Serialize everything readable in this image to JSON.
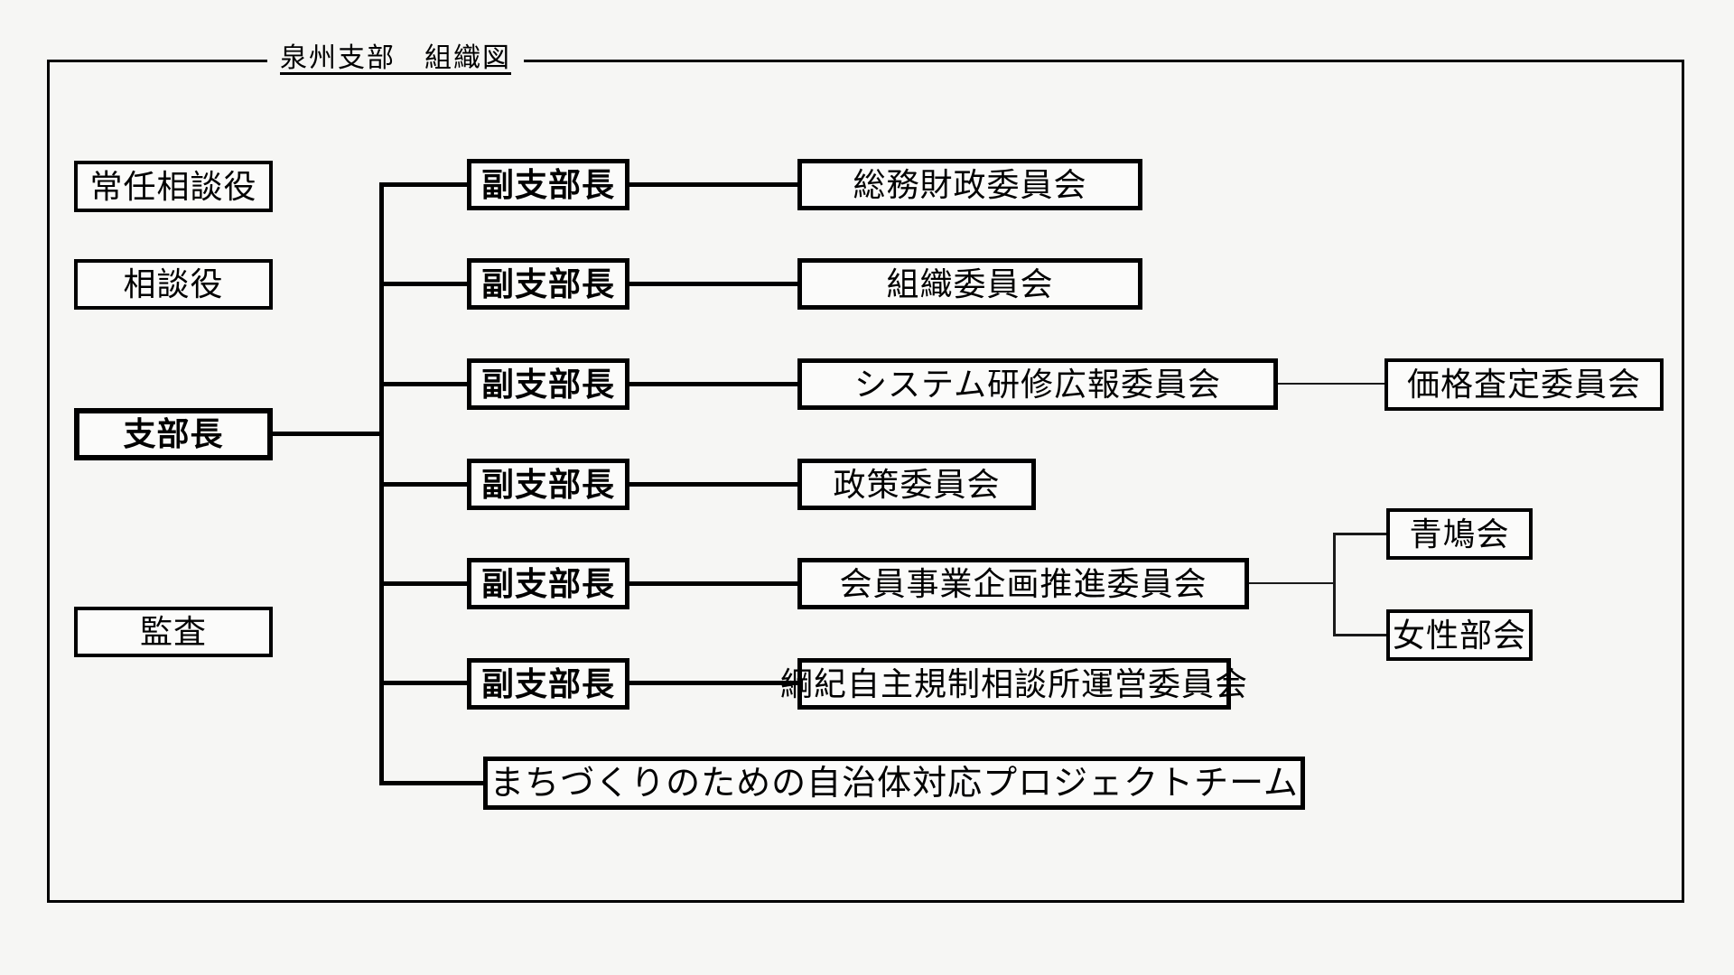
{
  "title": "泉州支部　組織図",
  "left_column": {
    "standing_advisor": "常任相談役",
    "advisor": "相談役",
    "branch_head": "支部長",
    "audit": "監査"
  },
  "rows": [
    {
      "deputy": "副支部長",
      "committee": "総務財政委員会"
    },
    {
      "deputy": "副支部長",
      "committee": "組織委員会"
    },
    {
      "deputy": "副支部長",
      "committee": "システム研修広報委員会",
      "sub_committee": "価格査定委員会"
    },
    {
      "deputy": "副支部長",
      "committee": "政策委員会"
    },
    {
      "deputy": "副支部長",
      "committee": "会員事業企画推進委員会",
      "sub_groups": {
        "top": "青鳩会",
        "bottom": "女性部会"
      }
    },
    {
      "deputy": "副支部長",
      "committee": "綱紀自主規制相談所運営委員会"
    }
  ],
  "project_team": "まちづくりのための自治体対応プロジェクトチーム",
  "colors": {
    "line": "#000000",
    "background": "#f6f6f4",
    "text": "#000000"
  }
}
